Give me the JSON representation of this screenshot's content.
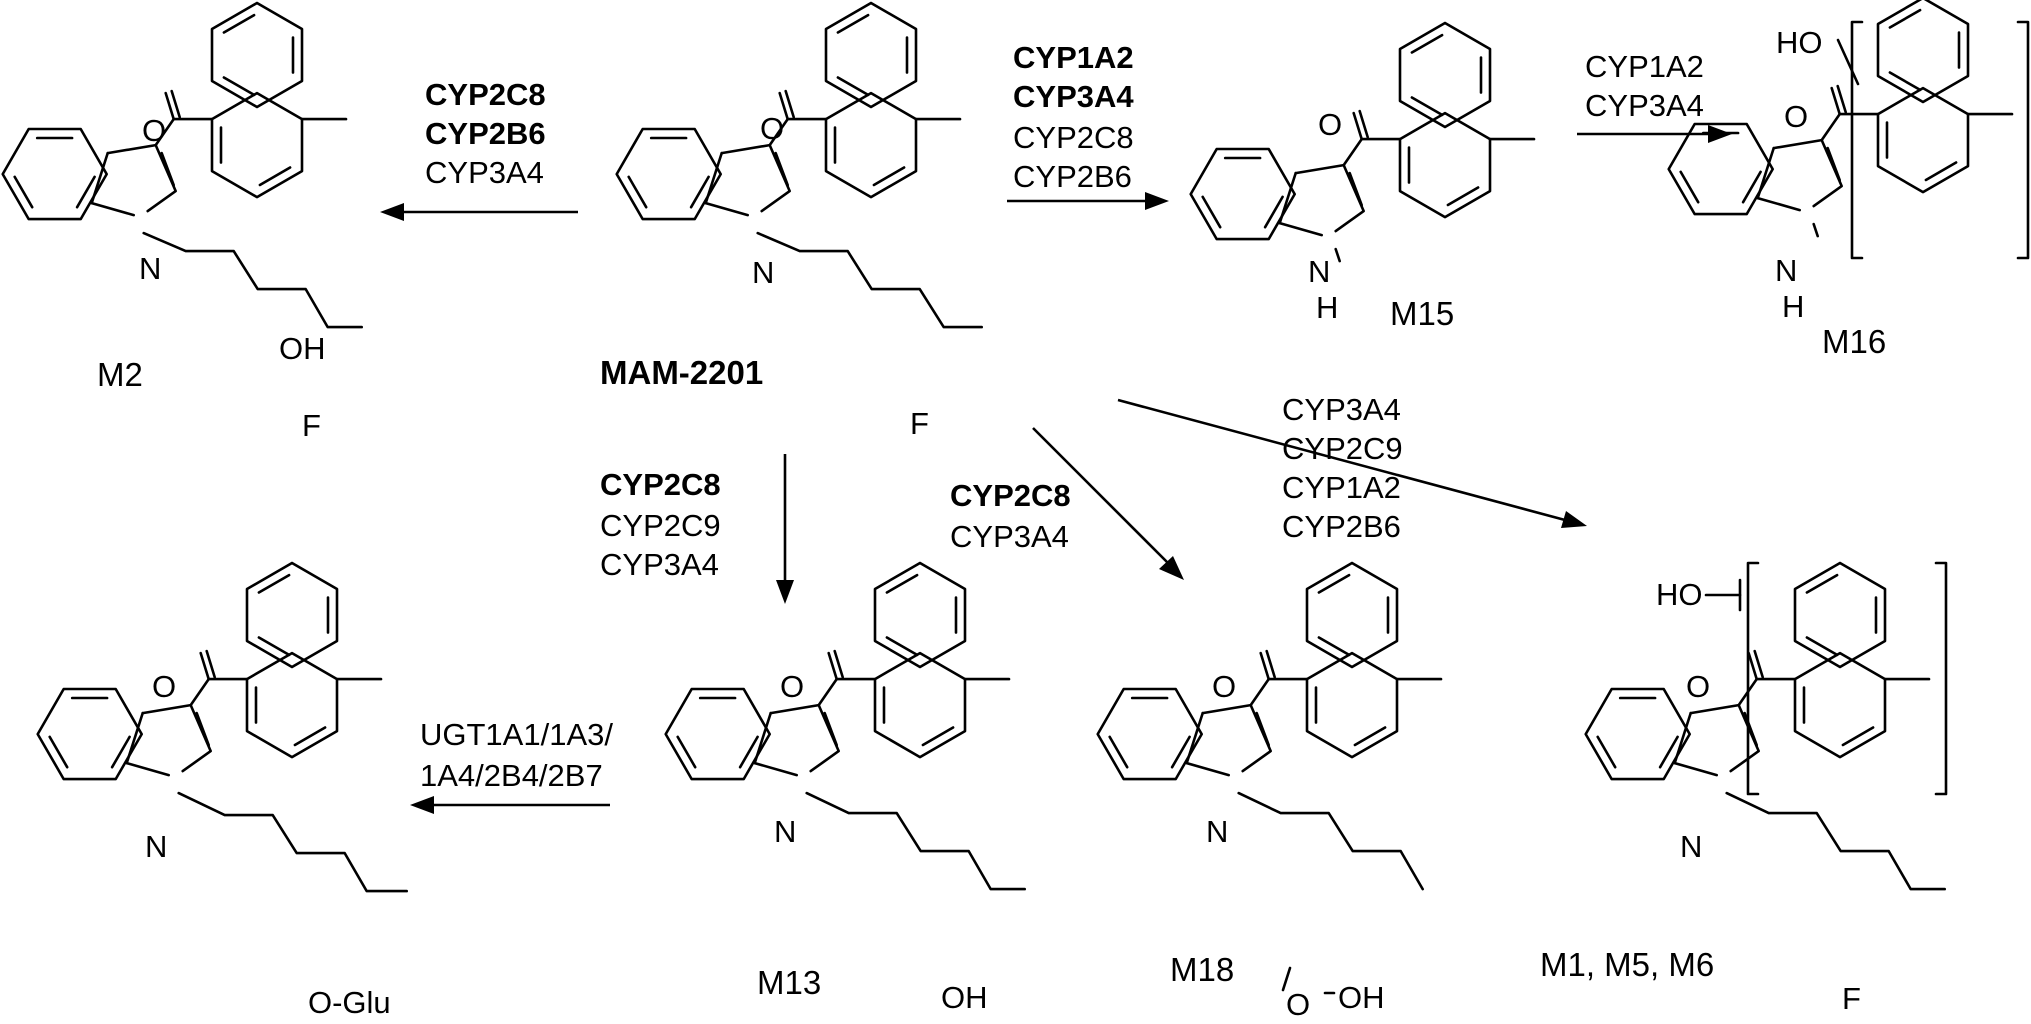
{
  "compounds": {
    "parent": "MAM-2201",
    "m2": "M2",
    "m15": "M15",
    "m16": "M16",
    "m13": "M13",
    "m18": "M18",
    "m156": "M1, M5, M6"
  },
  "atoms": {
    "O": "O",
    "N": "N",
    "H": "H",
    "F": "F",
    "OH": "OH",
    "HO": "HO",
    "OGlu": "O-Glu"
  },
  "arrows": {
    "to_m2": [
      "CYP2C8",
      "CYP2B6",
      "CYP3A4"
    ],
    "to_m15": [
      "CYP1A2",
      "CYP3A4",
      "CYP2C8",
      "CYP2B6"
    ],
    "to_m16": [
      "CYP1A2",
      "CYP3A4"
    ],
    "to_m13": [
      "CYP2C8",
      "CYP2C9",
      "CYP3A4"
    ],
    "to_m18": [
      "CYP2C8",
      "CYP3A4"
    ],
    "to_m156": [
      "CYP3A4",
      "CYP2C9",
      "CYP1A2",
      "CYP2B6"
    ],
    "to_glu": [
      "UGT1A1/1A3/",
      "1A4/2B4/2B7"
    ]
  },
  "emphasis": {
    "to_m2": [
      true,
      true,
      false
    ],
    "to_m15": [
      true,
      true,
      false,
      false
    ],
    "to_m13": [
      true,
      false,
      false
    ],
    "to_m18": [
      true,
      false
    ]
  }
}
